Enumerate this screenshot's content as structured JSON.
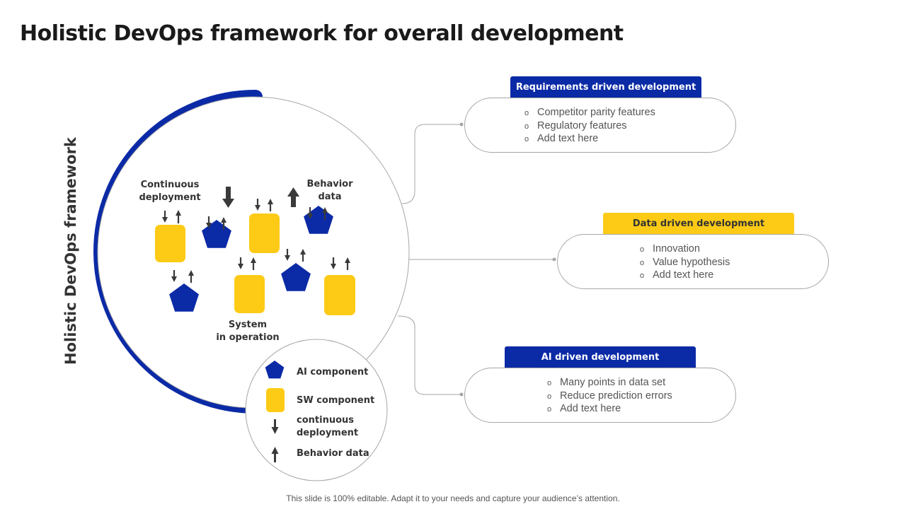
{
  "title": "Holistic DevOps framework for overall development",
  "vertical_label": "Holistic DevOps framework",
  "colors": {
    "blue": "#0b2aa6",
    "yellow": "#fdcb16",
    "arrow": "#3a3a3a",
    "line": "#a6a6a6"
  },
  "diagram_labels": {
    "continuous_deployment": "Continuous\ndeployment",
    "behavior_data": "Behavior\ndata",
    "system_in_operation": "System\nin operation"
  },
  "legend": {
    "ai_component": "AI component",
    "sw_component": "SW component",
    "continuous_deployment": "continuous\ndeployment",
    "behavior_data": "Behavior data"
  },
  "cards": [
    {
      "header": "Requirements driven development",
      "header_color": "blue",
      "bullet": "o",
      "items": [
        "Competitor parity features",
        "Regulatory features",
        "Add text here"
      ]
    },
    {
      "header": "Data driven development",
      "header_color": "yellow",
      "bullet": "o",
      "items": [
        "Innovation",
        "Value hypothesis",
        "Add text here"
      ]
    },
    {
      "header": "AI driven development",
      "header_color": "blue",
      "bullet": "o",
      "items": [
        "Many points in data set",
        "Reduce prediction errors",
        "Add text here"
      ]
    }
  ],
  "footer": "This slide is 100% editable. Adapt it to your needs and capture your audience’s attention."
}
